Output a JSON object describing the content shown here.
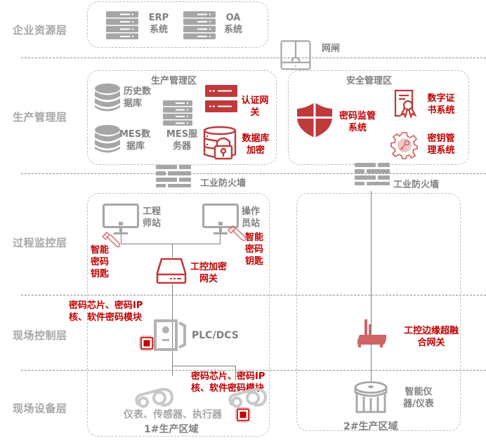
{
  "layers": [
    {
      "label": "企业资源层"
    },
    {
      "label": "生产管理层"
    },
    {
      "label": "过程监控层"
    },
    {
      "label": "现场控制层"
    },
    {
      "label": "现场设备层"
    }
  ],
  "enterprise": {
    "erp": [
      "ERP",
      "系统"
    ],
    "oa": [
      "OA",
      "系统"
    ]
  },
  "gatekeeper": {
    "label": "网闸"
  },
  "production_zone": {
    "title": "生产管理区",
    "history_db": [
      "历史数",
      "据库"
    ],
    "mes_db": [
      "MES数",
      "据库"
    ],
    "mes_server": [
      "MES服",
      "务器"
    ],
    "auth_gateway": [
      "认证网",
      "关"
    ],
    "db_encrypt": [
      "数据库",
      "加密"
    ]
  },
  "security_zone": {
    "title": "安全管理区",
    "crypto_monitor": [
      "密码监管",
      "系统"
    ],
    "digital_cert": [
      "数字证",
      "书系统"
    ],
    "key_mgmt": [
      "密钥管",
      "理系统"
    ]
  },
  "firewalls": {
    "left": "工业防火墙",
    "right": "工业防火墙"
  },
  "process": {
    "engineer_station": [
      "工程",
      "师站"
    ],
    "operator_station": [
      "操作",
      "员站"
    ],
    "smart_key_left": [
      "智能",
      "密码",
      "钥匙"
    ],
    "smart_key_right": [
      "智能",
      "密码",
      "钥匙"
    ],
    "ics_gateway": [
      "工控加密",
      "网关"
    ]
  },
  "control": {
    "crypto_modules_top": [
      "密码芯片、密码IP",
      "核、软件密码模块"
    ],
    "plc": "PLC/DCS",
    "edge_gateway": [
      "工控边缘超融",
      "合网关"
    ]
  },
  "field": {
    "crypto_modules_bottom": [
      "密码芯片、密码IP",
      "核、软件密码模块"
    ],
    "devices": "仪表、传感器、执行器",
    "area1": "1#生产区域",
    "smart_meter": [
      "智能仪",
      "器/仪表"
    ],
    "area2": "2#生产区域"
  },
  "colors": {
    "accent_red": "#c00000",
    "icon_red": "#c0393b",
    "icon_gray": "#a6a6a6",
    "label_gray": "#808080"
  }
}
